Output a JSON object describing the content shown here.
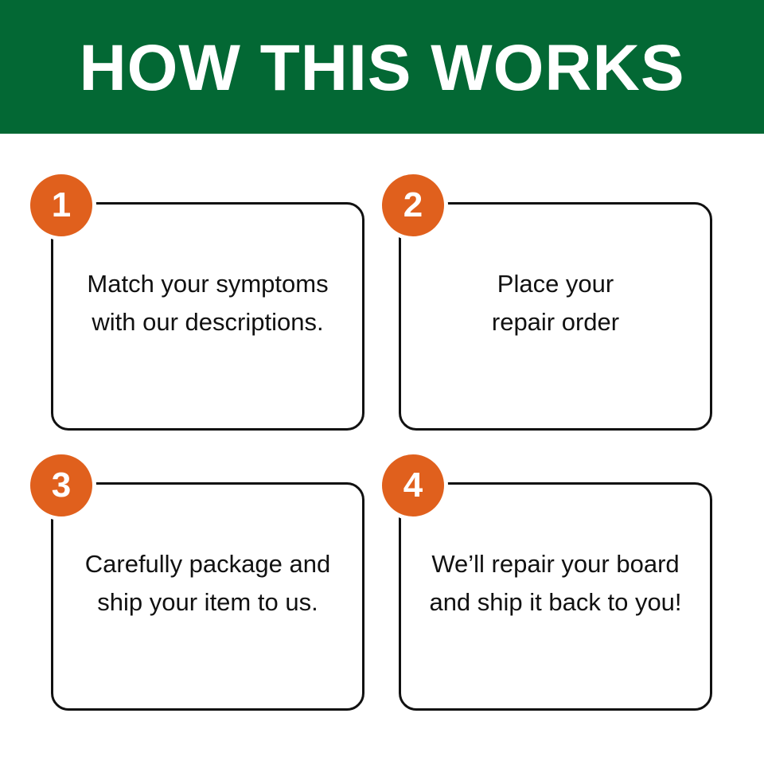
{
  "header": {
    "title": "HOW THIS WORKS"
  },
  "colors": {
    "header_bg": "#036834",
    "badge_bg": "#e0601d",
    "card_border": "#111111"
  },
  "steps": [
    {
      "number": "1",
      "text": "Match your symptoms\nwith our descriptions."
    },
    {
      "number": "2",
      "text": "Place your\nrepair order"
    },
    {
      "number": "3",
      "text": "Carefully package and\nship your item to us."
    },
    {
      "number": "4",
      "text": "We’ll repair your board\nand ship it back to you!"
    }
  ]
}
